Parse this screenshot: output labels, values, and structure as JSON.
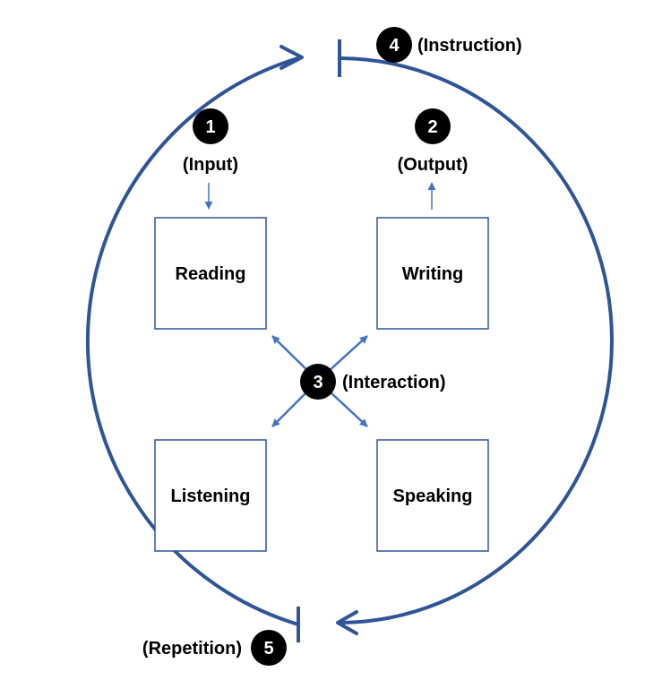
{
  "colors": {
    "cycle": "#2f5597",
    "arrows": "#4472c4",
    "box": "#2f5597",
    "badge": "#000000"
  },
  "skills": {
    "reading": "Reading",
    "writing": "Writing",
    "listening": "Listening",
    "speaking": "Speaking"
  },
  "steps": [
    {
      "number": "1",
      "label": "(Input)"
    },
    {
      "number": "2",
      "label": "(Output)"
    },
    {
      "number": "3",
      "label": "(Interaction)"
    },
    {
      "number": "4",
      "label": "(Instruction)"
    },
    {
      "number": "5",
      "label": "(Repetition)"
    }
  ]
}
